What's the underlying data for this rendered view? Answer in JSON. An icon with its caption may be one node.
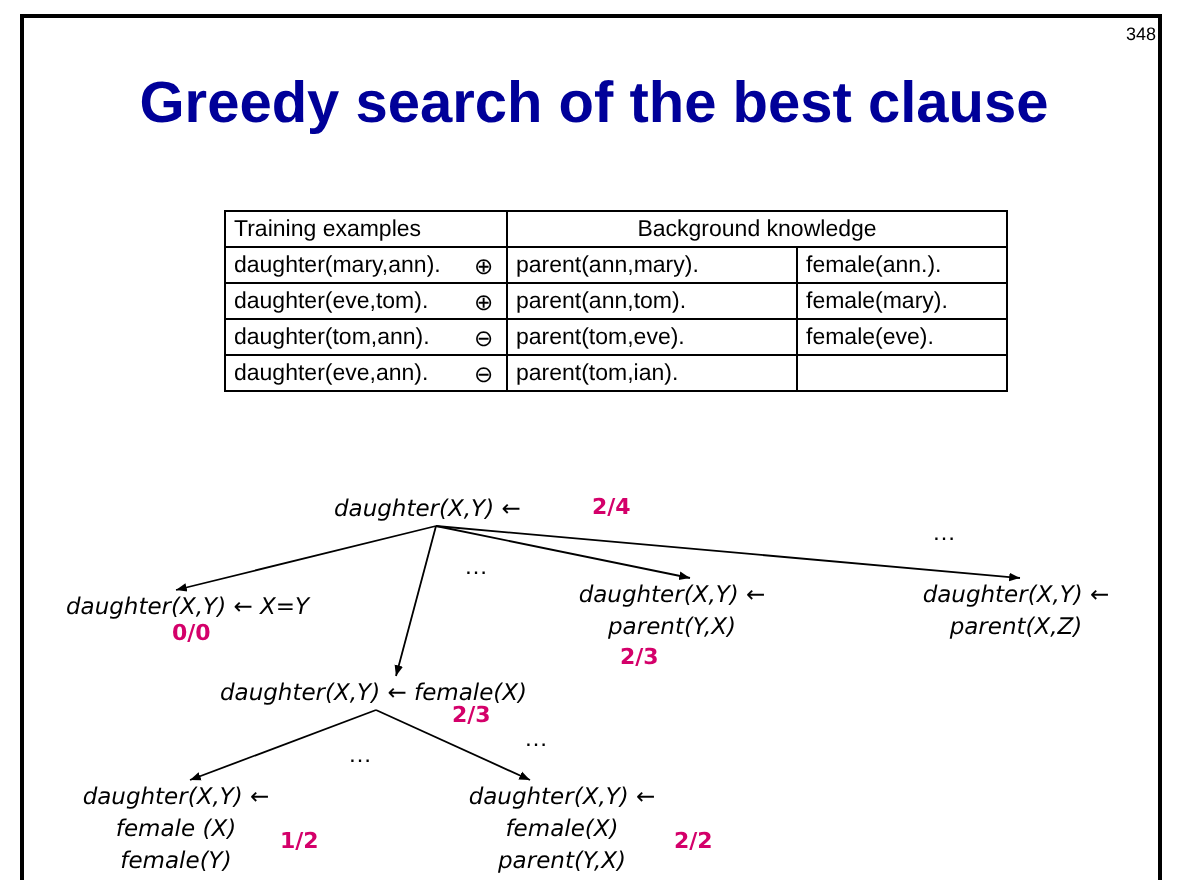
{
  "diagram": {
    "title": "Greedy search of the best clause",
    "nodes": [
      {
        "text": [
          "daughter(X,Y) ←"
        ],
        "beside": [
          "2/4"
        ]
      },
      {
        "text": [
          "daughter(X,Y) ← X=Y"
        ],
        "beside": [
          "0/0"
        ]
      },
      {
        "text": [
          "daughter(X,Y) ← parent(Y,X)"
        ],
        "beside": [
          "2/3"
        ]
      },
      {
        "text": [
          "daughter(X,Y) ← parent(X,Z)"
        ]
      },
      {
        "text": [
          "daughter(X,Y) ← female(X)"
        ],
        "beside": [
          "2/3"
        ]
      },
      {
        "text": [
          "daughter(X,Y) ← female (X) female(Y)"
        ],
        "beside": [
          "1/2"
        ]
      },
      {
        "text": [
          "daughter(X,Y) ← female(X) parent(Y,X)"
        ],
        "beside": [
          "2/2"
        ]
      }
    ],
    "edges": [
      {
        "from": 0,
        "to": 1,
        "arrow": "to"
      },
      {
        "from": 0,
        "to": 2,
        "arrow": "to"
      },
      {
        "from": 0,
        "to": 3,
        "arrow": "to"
      },
      {
        "from": 0,
        "to": 4,
        "arrow": "to"
      },
      {
        "from": 4,
        "to": 5,
        "arrow": "to"
      },
      {
        "from": 4,
        "to": 6,
        "arrow": "to"
      }
    ],
    "labels": [
      "348",
      "Training examples",
      "Background knowledge",
      "daughter(mary,ann).",
      "⊕",
      "parent(ann,mary).",
      "female(ann.).",
      "daughter(eve,tom).",
      "⊕",
      "parent(ann,tom).",
      "female(mary).",
      "daughter(tom,ann).",
      "⊖",
      "parent(tom,eve).",
      "female(eve).",
      "daughter(eve,ann).",
      "⊖",
      "parent(tom,ian).",
      "…",
      "…",
      "…",
      "…"
    ]
  }
}
